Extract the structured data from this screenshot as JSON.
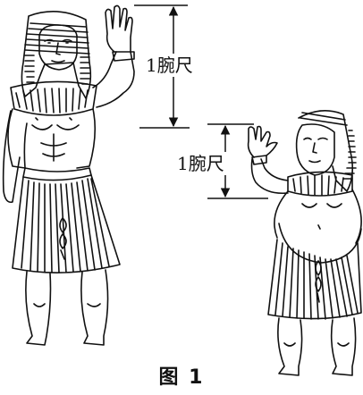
{
  "figure": {
    "left_measure": {
      "label": "1腕尺"
    },
    "right_measure": {
      "label": "1腕尺"
    },
    "caption": "图 1"
  },
  "colors": {
    "line": "#111111",
    "background": "#ffffff"
  }
}
